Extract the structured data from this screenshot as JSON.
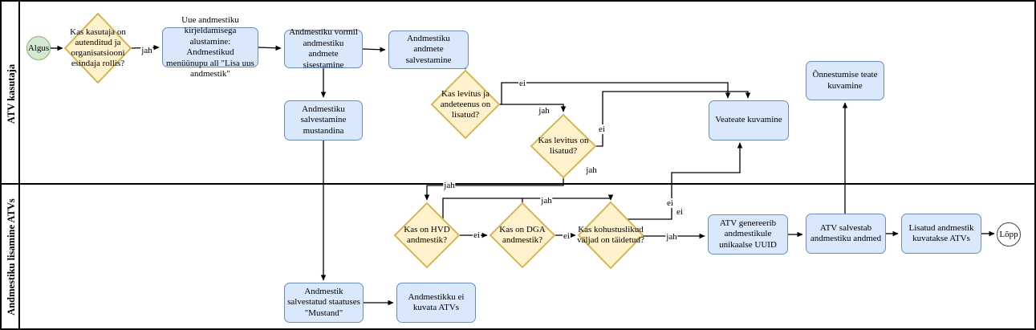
{
  "lanes": [
    {
      "label": "ATV kasutaja"
    },
    {
      "label": "Andmestiku lisamine ATVs"
    }
  ],
  "nodes": {
    "algus": "Algus",
    "auth_check": "Kas kasutaja on autenditud ja organisatsiooni esindaja rollis?",
    "uue_andmestik": "Uue andmestiku kirjeldamisega alustamine: Andmestikud menüünupu all \"Lisa uus andmestik\"",
    "vormil": "Andmestiku vormil andmestiku andmete sisestamine",
    "andmete_salvestamine": "Andmestiku andmete salvestamine",
    "mustandina": "Andmestiku salvestamine mustandina",
    "levitus_andeteenus_check": "Kas levitus ja andeteenus on lisatud?",
    "levitus_check": "Kas levitus on lisatud?",
    "veateate": "Veateate kuvamine",
    "onnestumise": "Õnnestumise teate kuvamine",
    "hvd_check": "Kas on HVD andmestik?",
    "dga_check": "Kas on DGA andmestik?",
    "kohustuslikud_check": "Kas kohustuslikud väljad on täidetud?",
    "uuid_genereerib": "ATV genereerib andmestikule unikaalse UUID",
    "salvestab": "ATV salvestab andmestiku andmed",
    "lisatud_kuvatakse": "Lisatud andmestik kuvatakse ATVs",
    "lopp": "Lõpp",
    "staatus_mustand": "Andmestik salvestatud staatuses \"Mustand\"",
    "ei_kuvata": "Andmestikku ei kuvata ATVs"
  },
  "edge_labels": {
    "jah": "jah",
    "ei": "ei"
  },
  "colors": {
    "task_fill": "#dae8fc",
    "task_stroke": "#6c8ebf",
    "decision_fill": "#fff2cc",
    "decision_stroke": "#d6b656",
    "start_fill": "#d5e8d4",
    "start_stroke": "#82b366",
    "edge_color": "#000000"
  }
}
